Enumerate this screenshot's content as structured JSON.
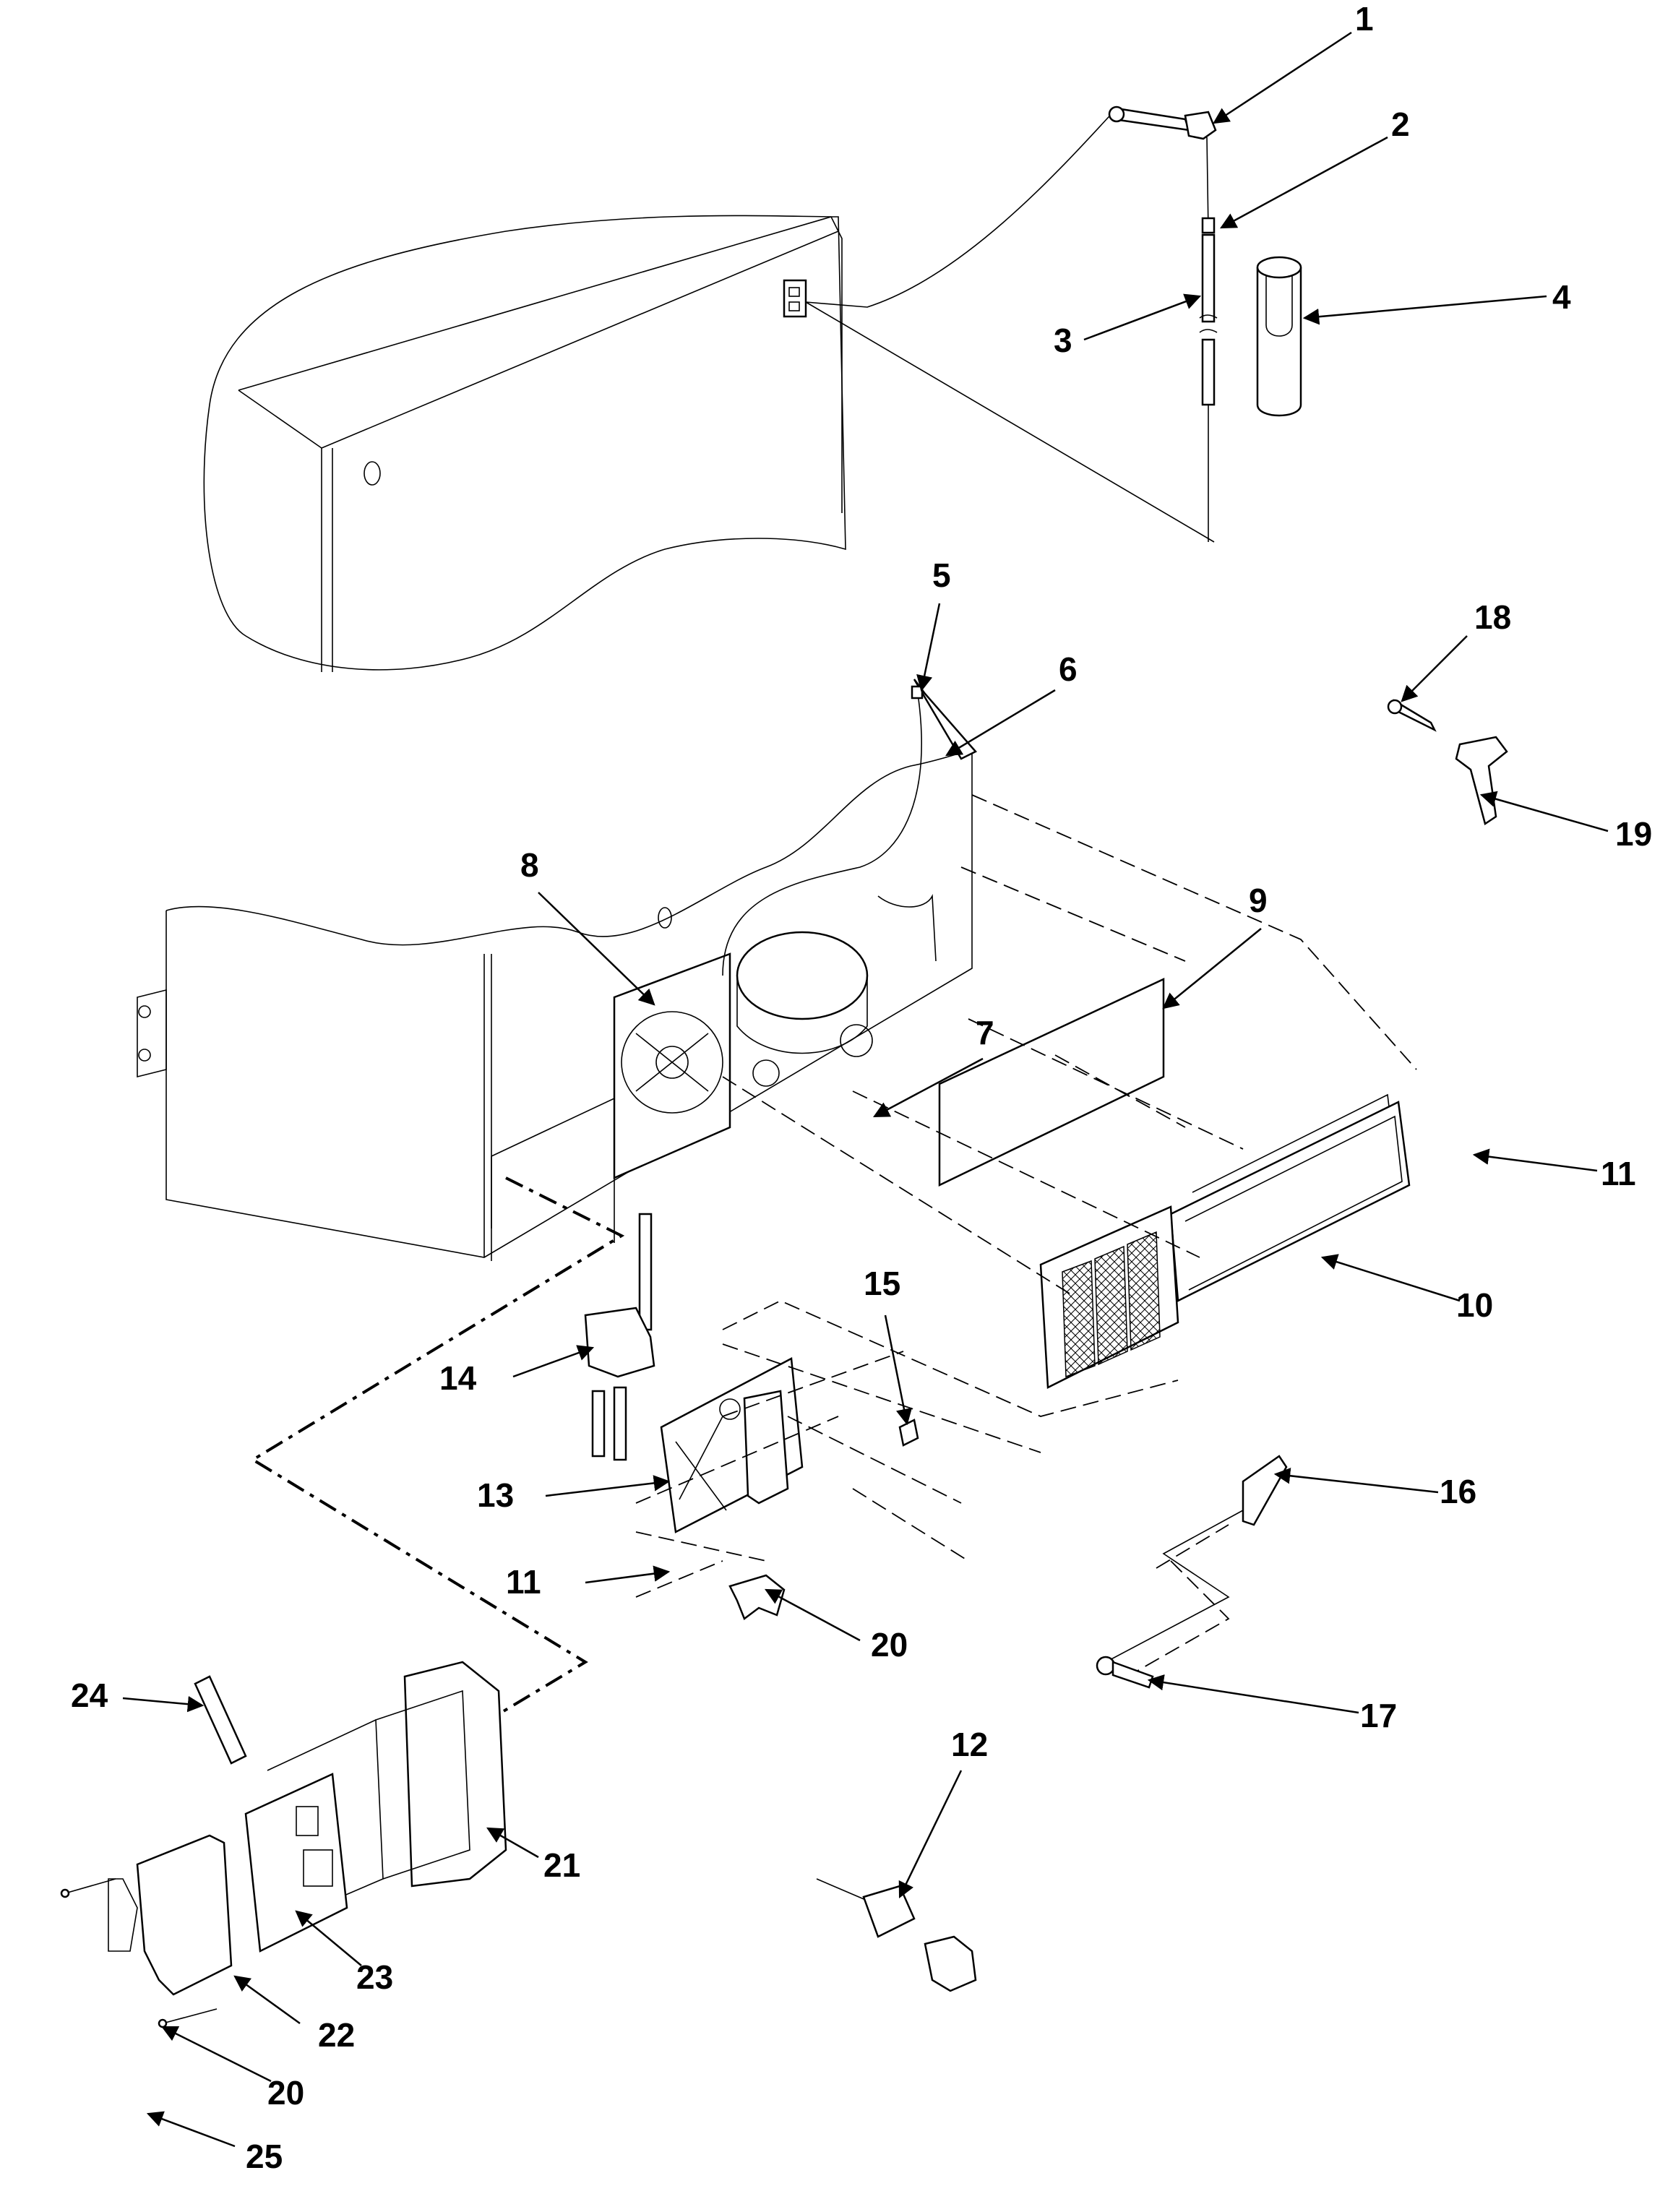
{
  "diagram": {
    "callouts": [
      {
        "id": "c1",
        "label": "1"
      },
      {
        "id": "c2",
        "label": "2"
      },
      {
        "id": "c3",
        "label": "3"
      },
      {
        "id": "c4",
        "label": "4"
      },
      {
        "id": "c5",
        "label": "5"
      },
      {
        "id": "c6",
        "label": "6"
      },
      {
        "id": "c7",
        "label": "7"
      },
      {
        "id": "c8",
        "label": "8"
      },
      {
        "id": "c9",
        "label": "9"
      },
      {
        "id": "c10",
        "label": "10"
      },
      {
        "id": "c11a",
        "label": "11"
      },
      {
        "id": "c11b",
        "label": "11"
      },
      {
        "id": "c12",
        "label": "12"
      },
      {
        "id": "c13",
        "label": "13"
      },
      {
        "id": "c14",
        "label": "14"
      },
      {
        "id": "c15",
        "label": "15"
      },
      {
        "id": "c16",
        "label": "16"
      },
      {
        "id": "c17",
        "label": "17"
      },
      {
        "id": "c18",
        "label": "18"
      },
      {
        "id": "c19",
        "label": "19"
      },
      {
        "id": "c20a",
        "label": "20"
      },
      {
        "id": "c20b",
        "label": "20"
      },
      {
        "id": "c21",
        "label": "21"
      },
      {
        "id": "c22",
        "label": "22"
      },
      {
        "id": "c23",
        "label": "23"
      },
      {
        "id": "c24",
        "label": "24"
      },
      {
        "id": "c25",
        "label": "25"
      }
    ]
  }
}
